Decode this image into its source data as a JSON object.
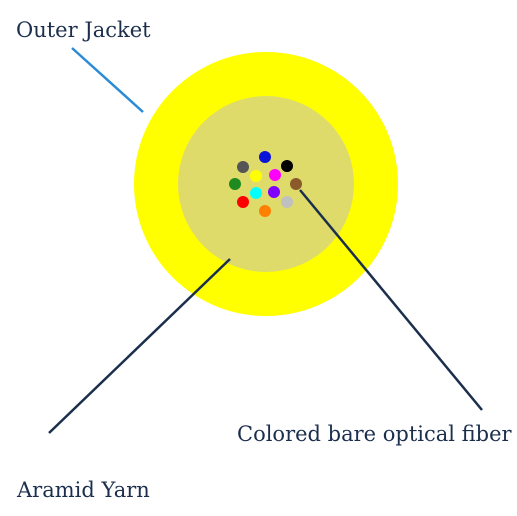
{
  "labels": {
    "outer_jacket": "Outer Jacket",
    "colored_fiber": "Colored bare optical fiber",
    "aramid_yarn": "Aramid Yarn"
  },
  "colors": {
    "outer_jacket": "#ffff00",
    "aramid_yarn": "#dedb6b",
    "text": "#1b2f4d",
    "outer_jacket_leader": "#2b8bd6",
    "fiber_leader": "#1b2f4d",
    "aramid_leader": "#1b2f4d"
  },
  "fibers": [
    {
      "name": "gray",
      "color": "#555555"
    },
    {
      "name": "blue",
      "color": "#0a14d9"
    },
    {
      "name": "black",
      "color": "#000000"
    },
    {
      "name": "yellow",
      "color": "#ffff00"
    },
    {
      "name": "magenta",
      "color": "#ff00ff"
    },
    {
      "name": "green",
      "color": "#1f8a1f"
    },
    {
      "name": "cyan",
      "color": "#00ffff"
    },
    {
      "name": "violet",
      "color": "#7f00ff"
    },
    {
      "name": "brown",
      "color": "#8b5a2b"
    },
    {
      "name": "red",
      "color": "#ff0000"
    },
    {
      "name": "orange",
      "color": "#ff7f00"
    },
    {
      "name": "silver",
      "color": "#c0c0c0"
    }
  ]
}
